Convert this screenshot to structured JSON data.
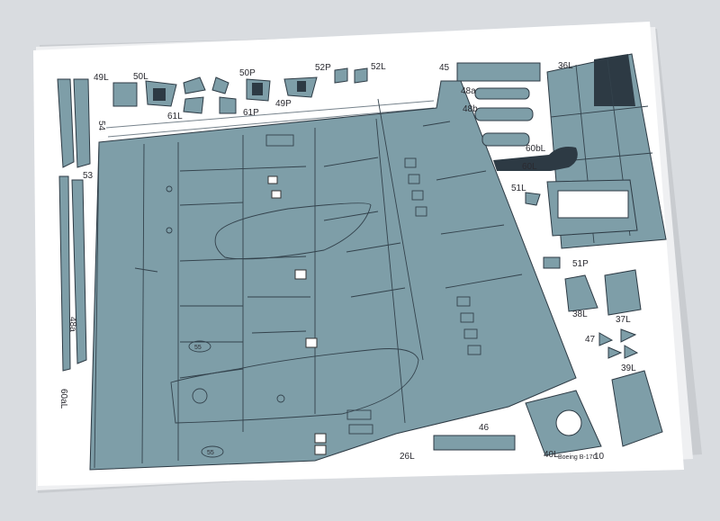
{
  "sheet": {
    "title": "Boeing B-17G",
    "page_number": "10",
    "accent_color": "#7e9ea8",
    "paper_color": "#ffffff",
    "background_color": "#d9dce0"
  },
  "labels": {
    "p49L": "49L",
    "p50L": "50L",
    "p50P": "50P",
    "p52P": "52P",
    "p52L": "52L",
    "p45": "45",
    "p36L": "36L",
    "p61L": "61L",
    "p61P": "61P",
    "p49P": "49P",
    "p48a": "48a",
    "p48b": "48b",
    "p60bL": "60bL",
    "p60L": "60L",
    "p51L": "51L",
    "p51P": "51P",
    "p38L": "38L",
    "p37L": "37L",
    "p47": "47",
    "p39L": "39L",
    "p54": "54",
    "p53": "53",
    "p48a_side": "48a",
    "p60aL": "60aL",
    "p46": "46",
    "p26L": "26L",
    "p40L": "40L",
    "p55a": "55",
    "p55b": "55"
  }
}
